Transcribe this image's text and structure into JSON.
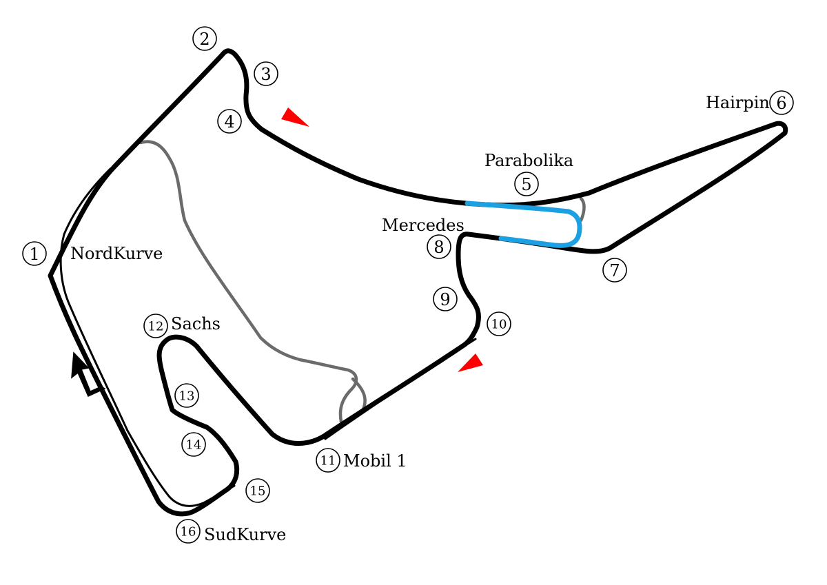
{
  "colors": {
    "track": "#000000",
    "old_layout": "#6b6b6b",
    "pit_lane": "#1ba1e2",
    "sector_marker": "#ff0000"
  },
  "turns": [
    {
      "number": "1"
    },
    {
      "number": "2"
    },
    {
      "number": "3"
    },
    {
      "number": "4"
    },
    {
      "number": "5"
    },
    {
      "number": "6"
    },
    {
      "number": "7"
    },
    {
      "number": "8"
    },
    {
      "number": "9"
    },
    {
      "number": "10"
    },
    {
      "number": "11"
    },
    {
      "number": "12"
    },
    {
      "number": "13"
    },
    {
      "number": "14"
    },
    {
      "number": "15"
    },
    {
      "number": "16"
    }
  ],
  "corner_names": {
    "nordkurve": "NordKurve",
    "parabolika": "Parabolika",
    "hairpin": "Hairpin",
    "mercedes": "Mercedes",
    "sachs": "Sachs",
    "mobil1": "Mobil 1",
    "sudkurve": "SudKurve"
  },
  "direction_icon": "direction-arrow-icon",
  "sector_marker_icon": "sector-marker-icon"
}
